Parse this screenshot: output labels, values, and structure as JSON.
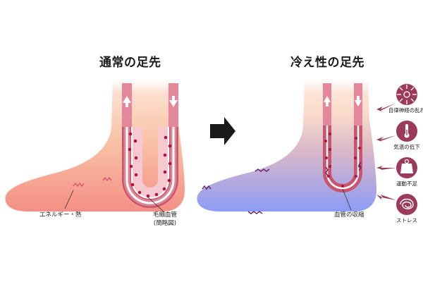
{
  "normal": {
    "title": "通常の足先",
    "energy_label": "エネルギー・熱",
    "capillary_label_line1": "毛細血管",
    "capillary_label_line2": "(簡略図)"
  },
  "cold": {
    "title": "冷え性の足先",
    "vessel_label": "血管の収縮",
    "causes": [
      {
        "label": "自律神経の乱れ",
        "icon": "nerve-cell-icon"
      },
      {
        "label": "気温の低下",
        "icon": "thermometer-icon"
      },
      {
        "label": "運動不足",
        "icon": "weight-icon"
      },
      {
        "label": "ストレス",
        "icon": "tangled-line-icon"
      }
    ]
  },
  "colors": {
    "warm_foot": "#f6a08e",
    "cold_foot": "#8f9bf0",
    "vessel": "#c9546e",
    "blood_dot": "#b0143c",
    "cause_circle": "#9c3a5a",
    "arrow": "#1a1a1a"
  }
}
